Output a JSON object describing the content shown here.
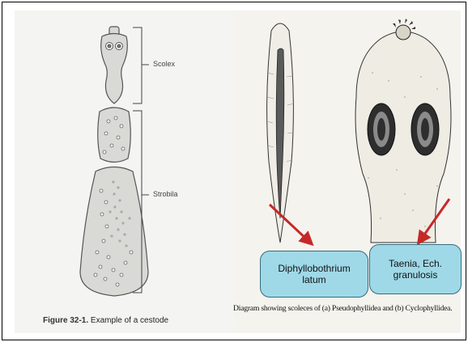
{
  "left_figure": {
    "scolex_label": "Scolex",
    "strobila_label": "Strobila",
    "caption_prefix": "Figure 32-1.",
    "caption_text": " Example of a cestode"
  },
  "right_figure": {
    "caption": "Diagram showing scoleces of (a) Pseudophyllidea and (b) Cyclophyllidea."
  },
  "callouts": [
    {
      "text_line1": "Diphyllobothrium",
      "text_line2": "latum"
    },
    {
      "text_line1": "Taenia, Ech.",
      "text_line2": "granulosis"
    }
  ],
  "colors": {
    "bubble_fill": "#9fd9e8",
    "bubble_border": "#356c7e",
    "arrow": "#c62828"
  }
}
